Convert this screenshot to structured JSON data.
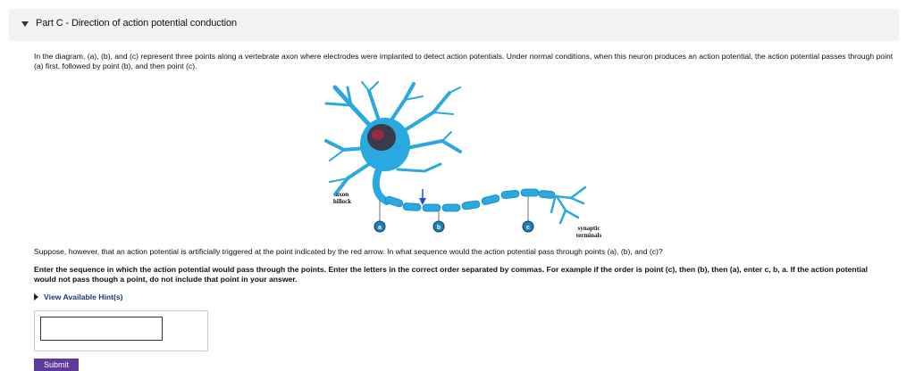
{
  "part": {
    "title": "Part C - Direction of action potential conduction"
  },
  "intro_text": "In the diagram, (a), (b), and (c) represent three points along a vertebrate axon where electrodes were implanted to detect action potentials. Under normal conditions, when this neuron produces an action potential, the action potential passes through point (a) first, followed by point (b), and then point (c).",
  "diagram": {
    "labels": {
      "axon_hillock_line1": "axon",
      "axon_hillock_line2": "hillock",
      "synaptic_line1": "synaptic",
      "synaptic_line2": "terminals",
      "point_a": "a",
      "point_b": "b",
      "point_c": "c"
    },
    "colors": {
      "neuron": "#2aa8e0",
      "neuron_dark": "#1583c0",
      "nucleus": "#3a3a4a",
      "arrow": "#1f4fd1"
    }
  },
  "question_text": "Suppose, however, that an action potential is artificially triggered at the point indicated by the red arrow. In what sequence would the action potential pass through points (a), (b), and (c)?",
  "instruction_text": "Enter the sequence in which the action potential would pass through the points. Enter the letters in the correct order separated by commas. For example if the order is point (c), then (b), then (a), enter c, b, a. If the action potential would not pass though a point, do not include that point in your answer.",
  "hint": {
    "label": "View Available Hint(s)"
  },
  "answer": {
    "value": "",
    "placeholder": ""
  },
  "submit": {
    "label": "Submit"
  }
}
